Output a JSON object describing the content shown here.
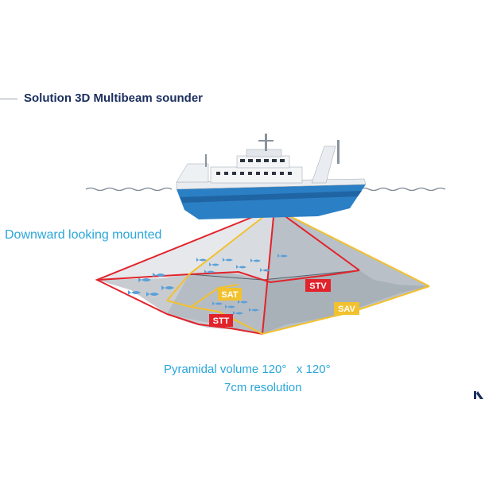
{
  "title": "Solution 3D Multibeam sounder",
  "mount_label": "Downward looking mounted",
  "caption_line1": "Pyramidal volume 120°   x 120°",
  "caption_line2": "7cm resolution",
  "tags": {
    "sat": "SAT",
    "stv": "STV",
    "stt": "STT",
    "sav": "SAV"
  },
  "colors": {
    "title": "#1b2f5e",
    "accent_text": "#2aa6d9",
    "tag_red": "#e2232b",
    "tag_yellow": "#f2c12e",
    "hull_blue": "#2b7fc4",
    "fish": "#5aa0d8"
  }
}
